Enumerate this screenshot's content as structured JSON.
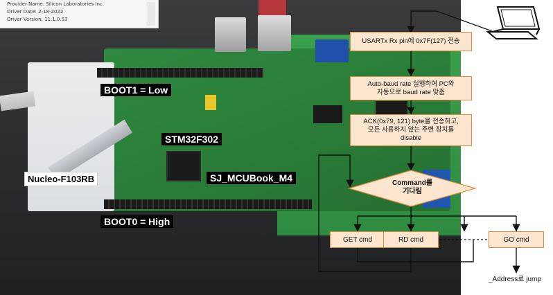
{
  "driver_info": {
    "provider": "Provider Name: Silicon Laboratories Inc.",
    "date": "Driver Date: 2-18-2022",
    "version": "Driver Version: 11.1.0.53"
  },
  "labels": {
    "boot1": "BOOT1 = Low",
    "stm32": "STM32F302",
    "nucleo": "Nucleo-F103RB",
    "sj_board": "SJ_MCUBook_M4",
    "boot0": "BOOT0 = High"
  },
  "flow": {
    "step1": "USARTx Rx pin에 0x7F(127) 전송",
    "step2": "Auto-baud rate 실행하여 PC와\n자동으로 baud rate 맞춤",
    "step3": "ACK(0x79, 121) byte을 전송하고,\n모든 사용하지 않는 주변 장치를\ndisable",
    "decision": "Command를\n기다림",
    "cmd_get": "GET cmd",
    "cmd_rd": "RD cmd",
    "cmd_go": "GO cmd",
    "jump": "_Address로 jump"
  },
  "colors": {
    "flow_fill": "#fde6cf",
    "flow_border": "#e38a3c",
    "board_green": "#2f8a3f"
  },
  "icons": {
    "laptop": "laptop-icon"
  }
}
